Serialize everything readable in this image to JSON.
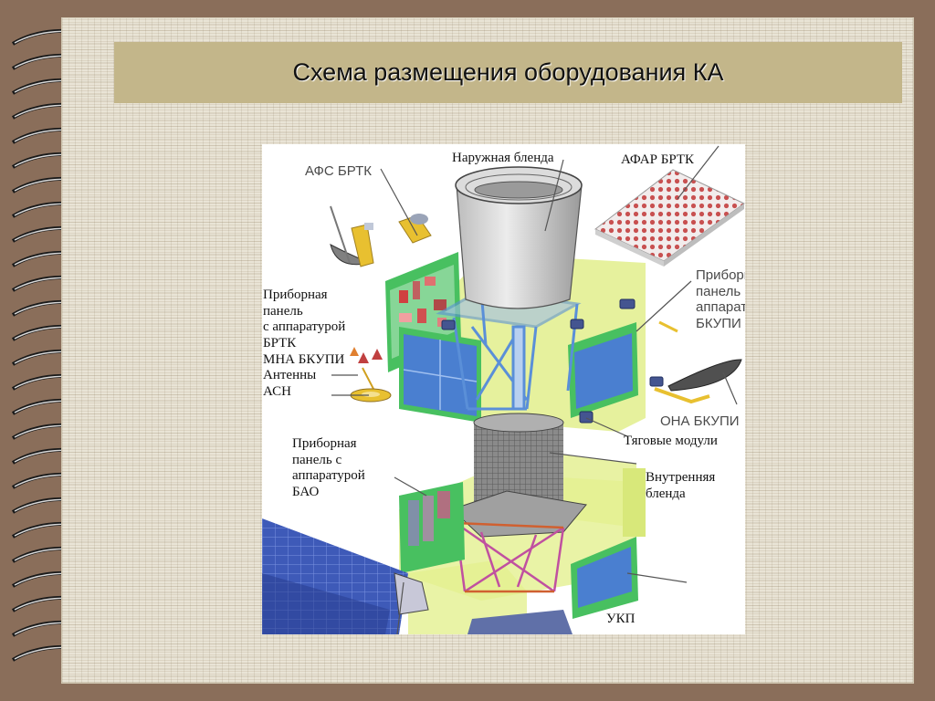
{
  "title": "Схема размещения оборудования КА",
  "labels": {
    "afs_brtk": "АФС БРТК",
    "outer_baffle": "Наружная бленда",
    "afar_brtk": "АФАР БРТК",
    "panel_brtk": [
      "Приборная",
      "панель",
      "с аппаратурой",
      "БРТК"
    ],
    "mna_bkupi": "МНА БКУПИ",
    "antennas_asn": [
      "Антенны",
      "АСН"
    ],
    "panel_bkupi": [
      "Приборная",
      "панель с",
      "аппаратурой",
      "БКУПИ"
    ],
    "ona_bkupi": "ОНА БКУПИ",
    "thrust_modules": "Тяговые модули",
    "inner_baffle": [
      "Внутренняя",
      "бленда"
    ],
    "panel_bao": [
      "Приборная",
      "панель с",
      "аппаратурой",
      "БАО"
    ],
    "ukp": "УКП"
  },
  "colors": {
    "background": "#8a6e5a",
    "paper": "#e9e4d6",
    "title_bar": "#c3b68a",
    "panel_green": "#d8e87a",
    "panel_blue": "#4a7fd0",
    "frame_blue": "#5a8fd8",
    "afar_red": "#c85050"
  }
}
